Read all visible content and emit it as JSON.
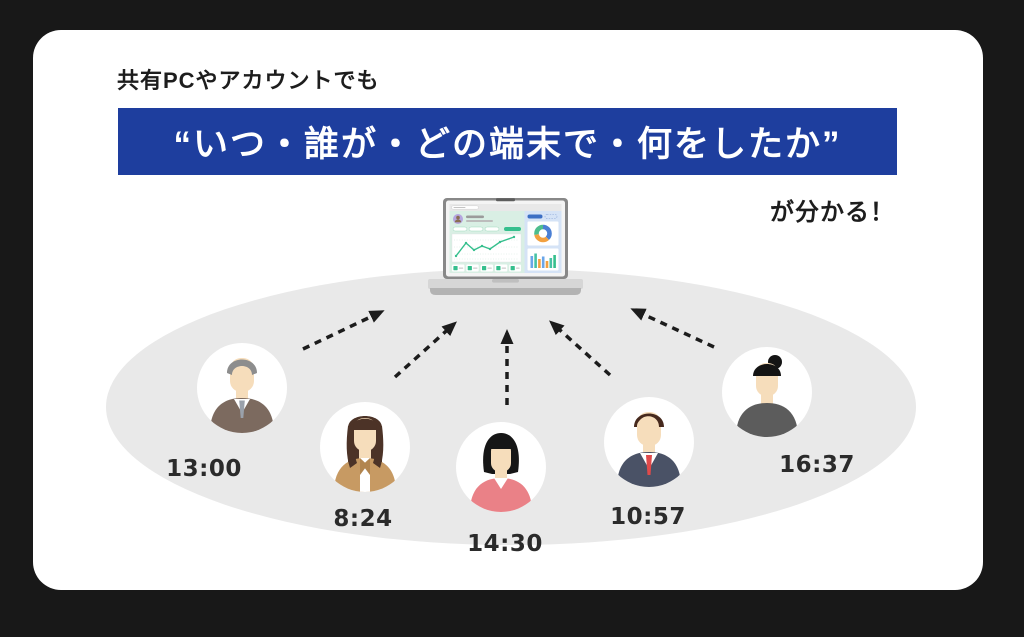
{
  "colors": {
    "page_bg": "#181818",
    "card_bg": "#ffffff",
    "banner_bg": "#1e3e9e",
    "banner_text": "#ffffff",
    "heading_text": "#1d1d1d",
    "ellipse_bg": "#e9e9e9",
    "arrow": "#1c1c1c",
    "chart_green": "#35bf8d"
  },
  "header": {
    "eyebrow": "共有PCやアカウントでも",
    "banner": "“いつ・誰が・どの端末で・何をしたか”",
    "suffix": "が分かる！"
  },
  "people": [
    {
      "avatar": "man-gray-hair-brown-suit",
      "time": "13:00"
    },
    {
      "avatar": "woman-long-hair-tan-jacket",
      "time": "8:24"
    },
    {
      "avatar": "woman-bob-hair-pink-top",
      "time": "14:30"
    },
    {
      "avatar": "man-navy-suit-red-tie",
      "time": "10:57"
    },
    {
      "avatar": "person-bun-hair-gray-top",
      "time": "16:37"
    }
  ]
}
